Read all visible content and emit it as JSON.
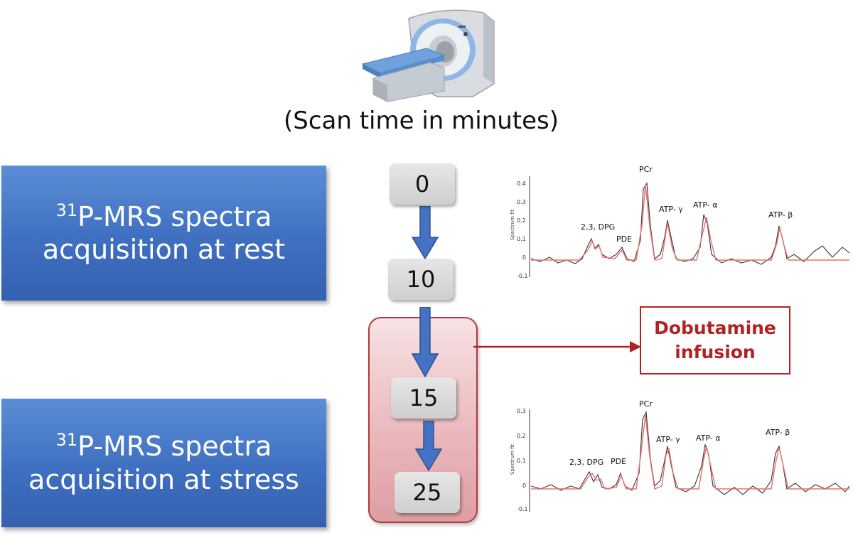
{
  "caption": "(Scan time in minutes)",
  "phases": {
    "rest": {
      "superscript": "31",
      "line1": "P-MRS spectra",
      "line2": "acquisition at rest"
    },
    "stress": {
      "superscript": "31",
      "line1": "P-MRS spectra",
      "line2": "acquisition at stress"
    }
  },
  "timeline": [
    "0",
    "10",
    "15",
    "25"
  ],
  "dobutamine": {
    "line1": "Dobutamine",
    "line2": "infusion"
  },
  "spectra": {
    "y_axis_label": "Spectrum fit",
    "rest": {
      "ticks": [
        "0.4",
        "0.3",
        "0.2",
        "0.1",
        "0",
        "-0.1"
      ],
      "peaks": [
        "2,3, DPG",
        "PDE",
        "PCr",
        "ATP- γ",
        "ATP- α",
        "ATP- β"
      ]
    },
    "stress": {
      "ticks": [
        "0.3",
        "0.2",
        "0.1",
        "0",
        "-0.1"
      ],
      "peaks": [
        "2,3, DPG",
        "PDE",
        "PCr",
        "ATP- γ",
        "ATP- α",
        "ATP- β"
      ]
    }
  },
  "colors": {
    "phase_blue": "#3f6fc0",
    "arrow_blue": "#4472c4",
    "accent_red": "#b02323",
    "stress_fill": "#e9b6ba",
    "fit_line": "#e8706a"
  }
}
